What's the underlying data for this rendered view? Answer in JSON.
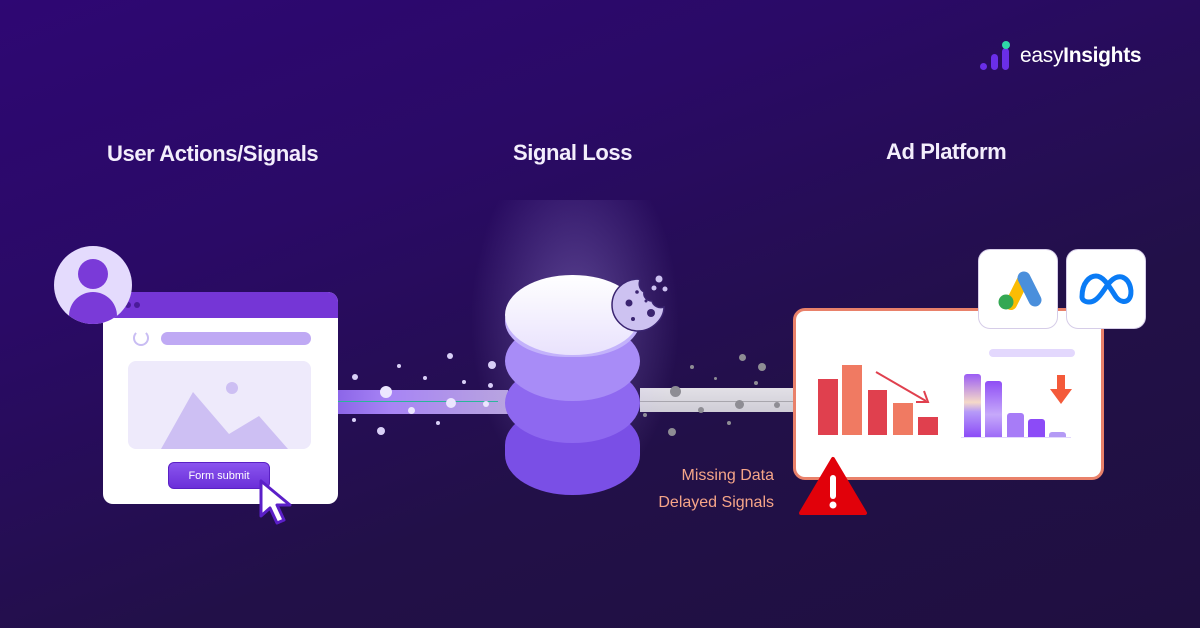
{
  "brand": {
    "name_part1": "easy",
    "name_part2": "Insights",
    "colors": {
      "bars": "#6a2ee8",
      "dot": "#2fd6a8"
    }
  },
  "sections": [
    {
      "title": "User Actions/Signals"
    },
    {
      "title": "Signal Loss"
    },
    {
      "title": "Ad Platform"
    }
  ],
  "user_actions": {
    "browser_button_label": "Form submit",
    "icons": [
      "user-avatar-icon",
      "reload-icon",
      "image-placeholder-icon",
      "cursor-icon"
    ]
  },
  "signal_loss": {
    "icons": [
      "database-icon",
      "cookie-icon"
    ],
    "issues": [
      "Missing Data",
      "Delayed Signals"
    ],
    "issue_color": "#f6a588"
  },
  "ad_platform": {
    "platforms": [
      "Google Ads",
      "Meta"
    ],
    "warning_icon": "warning-triangle-icon",
    "chart_left": {
      "trend": "down",
      "bar_heights": [
        70,
        88,
        55,
        40,
        22
      ],
      "colors": [
        "#e0404e",
        "#f07a62",
        "#e0404e",
        "#f07a62",
        "#e0404e"
      ]
    },
    "chart_right": {
      "trend": "down",
      "bar_heights": [
        64,
        56,
        25,
        18,
        5
      ],
      "colors": [
        "#9b5cf5",
        "#8f4ef5",
        "#a77cf7",
        "#8c4bf7",
        "#b49af5"
      ]
    }
  },
  "background": {
    "top_left": "#2e0773",
    "bottom_right": "#1f0f40"
  }
}
